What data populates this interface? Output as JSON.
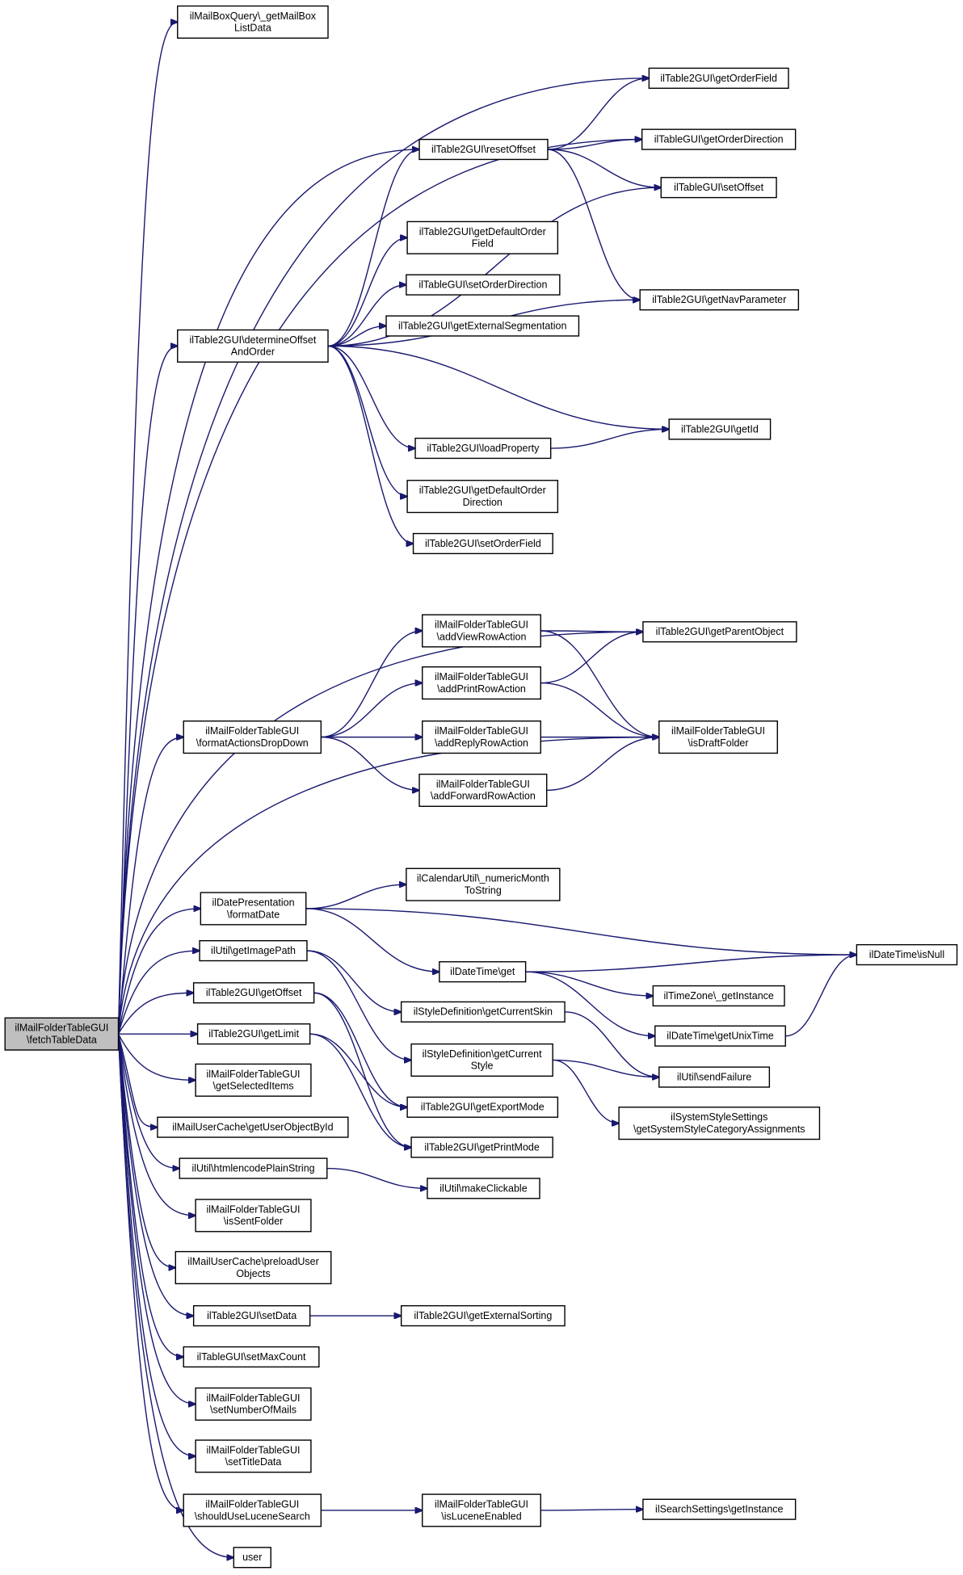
{
  "colors": {
    "edge": "#191970",
    "root_fill": "#bfbfbf",
    "node_fill": "#ffffff",
    "border": "#000000"
  },
  "nodes": [
    {
      "id": "root",
      "lines": [
        "ilMailFolderTableGUI",
        "\\fetchTableData"
      ],
      "root": true
    },
    {
      "id": "mbq",
      "lines": [
        "ilMailBoxQuery\\_getMailBox",
        "ListData"
      ]
    },
    {
      "id": "gof",
      "lines": [
        "ilTable2GUI\\getOrderField"
      ]
    },
    {
      "id": "god",
      "lines": [
        "ilTableGUI\\getOrderDirection"
      ]
    },
    {
      "id": "ro",
      "lines": [
        "ilTable2GUI\\resetOffset"
      ]
    },
    {
      "id": "so",
      "lines": [
        "ilTableGUI\\setOffset"
      ]
    },
    {
      "id": "gdof",
      "lines": [
        "ilTable2GUI\\getDefaultOrder",
        "Field"
      ]
    },
    {
      "id": "sod",
      "lines": [
        "ilTableGUI\\setOrderDirection"
      ]
    },
    {
      "id": "gnp",
      "lines": [
        "ilTable2GUI\\getNavParameter"
      ]
    },
    {
      "id": "ges",
      "lines": [
        "ilTable2GUI\\getExternalSegmentation"
      ]
    },
    {
      "id": "doa",
      "lines": [
        "ilTable2GUI\\determineOffset",
        "AndOrder"
      ]
    },
    {
      "id": "gid",
      "lines": [
        "ilTable2GUI\\getId"
      ]
    },
    {
      "id": "lp",
      "lines": [
        "ilTable2GUI\\loadProperty"
      ]
    },
    {
      "id": "gdod",
      "lines": [
        "ilTable2GUI\\getDefaultOrder",
        "Direction"
      ]
    },
    {
      "id": "sof",
      "lines": [
        "ilTable2GUI\\setOrderField"
      ]
    },
    {
      "id": "avra",
      "lines": [
        "ilMailFolderTableGUI",
        "\\addViewRowAction"
      ]
    },
    {
      "id": "gpo",
      "lines": [
        "ilTable2GUI\\getParentObject"
      ]
    },
    {
      "id": "apra",
      "lines": [
        "ilMailFolderTableGUI",
        "\\addPrintRowAction"
      ]
    },
    {
      "id": "fadd",
      "lines": [
        "ilMailFolderTableGUI",
        "\\formatActionsDropDown"
      ]
    },
    {
      "id": "arra",
      "lines": [
        "ilMailFolderTableGUI",
        "\\addReplyRowAction"
      ]
    },
    {
      "id": "idf",
      "lines": [
        "ilMailFolderTableGUI",
        "\\isDraftFolder"
      ]
    },
    {
      "id": "afra",
      "lines": [
        "ilMailFolderTableGUI",
        "\\addForwardRowAction"
      ]
    },
    {
      "id": "cnm",
      "lines": [
        "ilCalendarUtil\\_numericMonth",
        "ToString"
      ]
    },
    {
      "id": "fd",
      "lines": [
        "ilDatePresentation",
        "\\formatDate"
      ]
    },
    {
      "id": "isnull",
      "lines": [
        "ilDateTime\\isNull"
      ]
    },
    {
      "id": "gip",
      "lines": [
        "ilUtil\\getImagePath"
      ]
    },
    {
      "id": "dtget",
      "lines": [
        "ilDateTime\\get"
      ]
    },
    {
      "id": "tzgi",
      "lines": [
        "ilTimeZone\\_getInstance"
      ]
    },
    {
      "id": "goffs",
      "lines": [
        "ilTable2GUI\\getOffset"
      ]
    },
    {
      "id": "gcs",
      "lines": [
        "ilStyleDefinition\\getCurrentSkin"
      ]
    },
    {
      "id": "gut",
      "lines": [
        "ilDateTime\\getUnixTime"
      ]
    },
    {
      "id": "glim",
      "lines": [
        "ilTable2GUI\\getLimit"
      ]
    },
    {
      "id": "gcst",
      "lines": [
        "ilStyleDefinition\\getCurrent",
        "Style"
      ]
    },
    {
      "id": "sf",
      "lines": [
        "ilUtil\\sendFailure"
      ]
    },
    {
      "id": "gsi",
      "lines": [
        "ilMailFolderTableGUI",
        "\\getSelectedItems"
      ]
    },
    {
      "id": "gem",
      "lines": [
        "ilTable2GUI\\getExportMode"
      ]
    },
    {
      "id": "ssca",
      "lines": [
        "ilSystemStyleSettings",
        "\\getSystemStyleCategoryAssignments"
      ]
    },
    {
      "id": "guob",
      "lines": [
        "ilMailUserCache\\getUserObjectById"
      ]
    },
    {
      "id": "gpm",
      "lines": [
        "ilTable2GUI\\getPrintMode"
      ]
    },
    {
      "id": "heps",
      "lines": [
        "ilUtil\\htmlencodePlainString"
      ]
    },
    {
      "id": "mc",
      "lines": [
        "ilUtil\\makeClickable"
      ]
    },
    {
      "id": "isf",
      "lines": [
        "ilMailFolderTableGUI",
        "\\isSentFolder"
      ]
    },
    {
      "id": "puo",
      "lines": [
        "ilMailUserCache\\preloadUser",
        "Objects"
      ]
    },
    {
      "id": "sd",
      "lines": [
        "ilTable2GUI\\setData"
      ]
    },
    {
      "id": "gexs",
      "lines": [
        "ilTable2GUI\\getExternalSorting"
      ]
    },
    {
      "id": "smc",
      "lines": [
        "ilTableGUI\\setMaxCount"
      ]
    },
    {
      "id": "snom",
      "lines": [
        "ilMailFolderTableGUI",
        "\\setNumberOfMails"
      ]
    },
    {
      "id": "std",
      "lines": [
        "ilMailFolderTableGUI",
        "\\setTitleData"
      ]
    },
    {
      "id": "sules",
      "lines": [
        "ilMailFolderTableGUI",
        "\\shouldUseLuceneSearch"
      ]
    },
    {
      "id": "ile",
      "lines": [
        "ilMailFolderTableGUI",
        "\\isLuceneEnabled"
      ]
    },
    {
      "id": "ssgi",
      "lines": [
        "ilSearchSettings\\getInstance"
      ]
    },
    {
      "id": "user",
      "lines": [
        "user"
      ]
    }
  ],
  "edges": [
    [
      "root",
      "mbq"
    ],
    [
      "root",
      "gof"
    ],
    [
      "root",
      "god"
    ],
    [
      "root",
      "ro"
    ],
    [
      "root",
      "doa"
    ],
    [
      "root",
      "gpo"
    ],
    [
      "root",
      "fadd"
    ],
    [
      "root",
      "idf"
    ],
    [
      "root",
      "fd"
    ],
    [
      "root",
      "gip"
    ],
    [
      "root",
      "goffs"
    ],
    [
      "root",
      "glim"
    ],
    [
      "root",
      "gsi"
    ],
    [
      "root",
      "guob"
    ],
    [
      "root",
      "heps"
    ],
    [
      "root",
      "isf"
    ],
    [
      "root",
      "puo"
    ],
    [
      "root",
      "sd"
    ],
    [
      "root",
      "smc"
    ],
    [
      "root",
      "snom"
    ],
    [
      "root",
      "std"
    ],
    [
      "root",
      "sules"
    ],
    [
      "root",
      "user"
    ],
    [
      "ro",
      "gof"
    ],
    [
      "ro",
      "god"
    ],
    [
      "ro",
      "so"
    ],
    [
      "ro",
      "gnp"
    ],
    [
      "doa",
      "ro"
    ],
    [
      "doa",
      "so"
    ],
    [
      "doa",
      "gdof"
    ],
    [
      "doa",
      "sod"
    ],
    [
      "doa",
      "ges"
    ],
    [
      "doa",
      "gnp"
    ],
    [
      "doa",
      "gid"
    ],
    [
      "doa",
      "lp"
    ],
    [
      "doa",
      "gdod"
    ],
    [
      "doa",
      "sof"
    ],
    [
      "lp",
      "gid"
    ],
    [
      "fadd",
      "avra"
    ],
    [
      "fadd",
      "apra"
    ],
    [
      "fadd",
      "arra"
    ],
    [
      "fadd",
      "afra"
    ],
    [
      "avra",
      "gpo"
    ],
    [
      "avra",
      "idf"
    ],
    [
      "apra",
      "gpo"
    ],
    [
      "apra",
      "idf"
    ],
    [
      "arra",
      "idf"
    ],
    [
      "afra",
      "idf"
    ],
    [
      "fd",
      "cnm"
    ],
    [
      "fd",
      "isnull"
    ],
    [
      "fd",
      "dtget"
    ],
    [
      "dtget",
      "isnull"
    ],
    [
      "dtget",
      "tzgi"
    ],
    [
      "dtget",
      "gut"
    ],
    [
      "gut",
      "isnull"
    ],
    [
      "gip",
      "gcs"
    ],
    [
      "gip",
      "gcst"
    ],
    [
      "gcs",
      "sf"
    ],
    [
      "gcst",
      "sf"
    ],
    [
      "gcst",
      "ssca"
    ],
    [
      "goffs",
      "gem"
    ],
    [
      "goffs",
      "gpm"
    ],
    [
      "glim",
      "gem"
    ],
    [
      "glim",
      "gpm"
    ],
    [
      "heps",
      "mc"
    ],
    [
      "sd",
      "gexs"
    ],
    [
      "sules",
      "ile"
    ],
    [
      "ile",
      "ssgi"
    ]
  ]
}
